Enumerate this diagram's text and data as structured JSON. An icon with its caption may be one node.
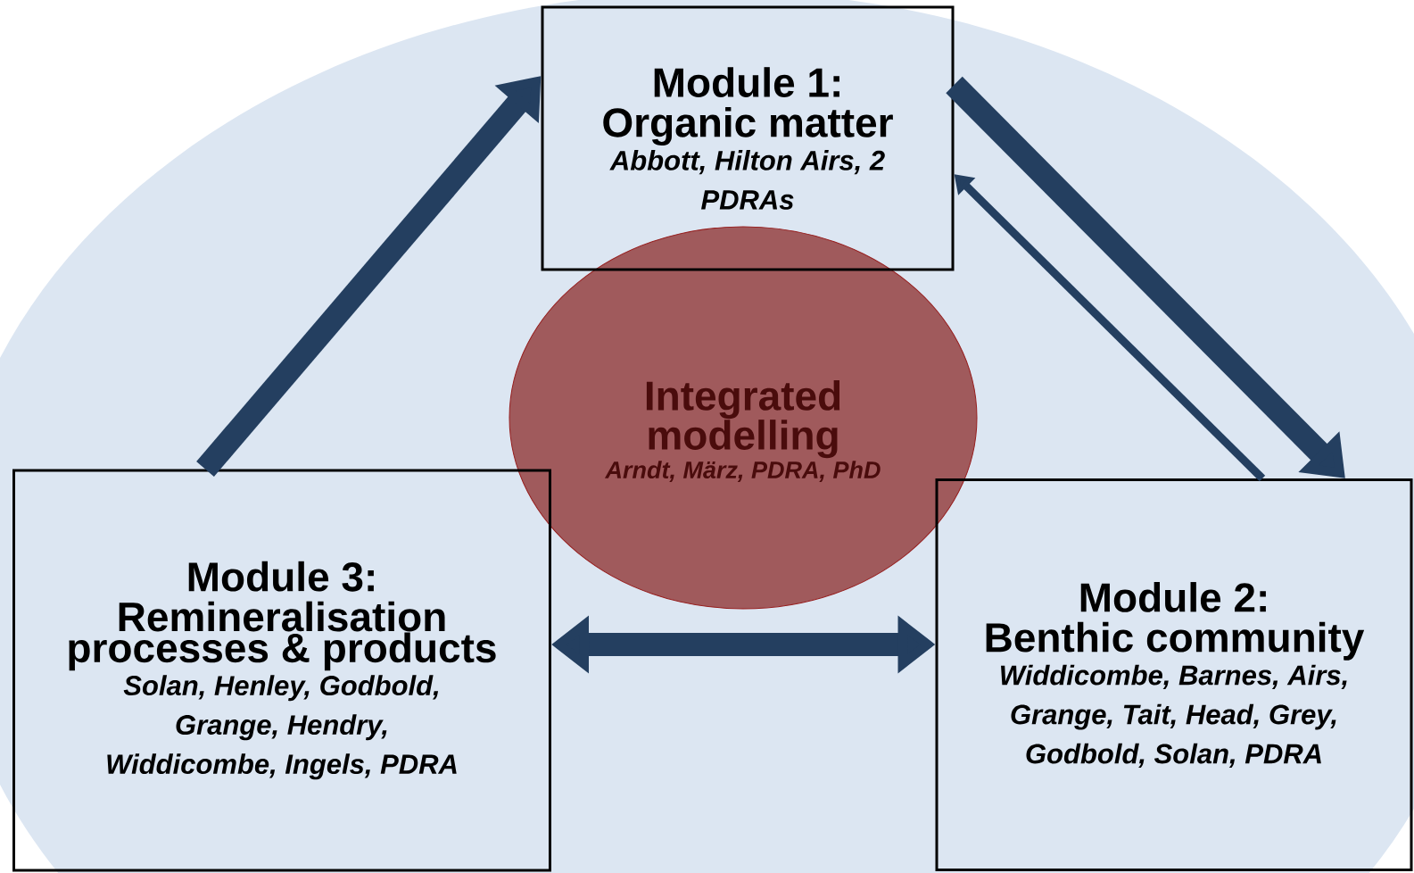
{
  "diagram": {
    "nodes": [
      {
        "text": [
          "Module 1:",
          "Organic matter",
          "Abbott, Hilton Airs, 2 PDRAs"
        ]
      },
      {
        "text": [
          "Module 2:",
          "Benthic community",
          "Widdicombe, Barnes, Airs, Grange, Tait, Head, Grey, Godbold, Solan, PDRA"
        ]
      },
      {
        "text": [
          "Module 3:",
          "Remineralisation processes & products",
          "Solan, Henley, Godbold, Grange, Hendry, Widdicombe, Ingels, PDRA"
        ]
      },
      {
        "text": [
          "Integrated modelling",
          "Arndt, März, PDRA, PhD"
        ]
      }
    ],
    "edges": [
      {
        "from": 2,
        "to": 0,
        "arrow": "to"
      },
      {
        "from": 0,
        "to": 1,
        "arrow": "to"
      },
      {
        "from": 1,
        "to": 0,
        "arrow": "to"
      },
      {
        "from": 2,
        "to": 1,
        "arrow": "both"
      }
    ]
  }
}
